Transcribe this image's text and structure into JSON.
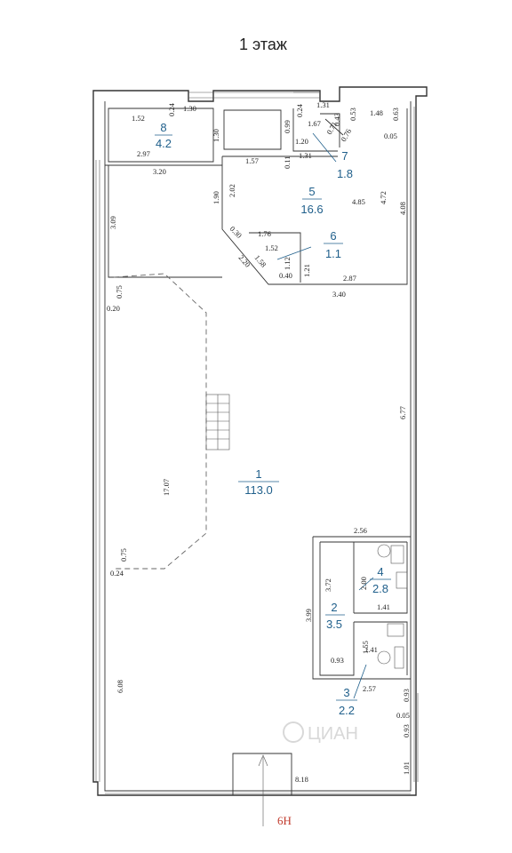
{
  "title": "1 этаж",
  "rooms": [
    {
      "num": "1",
      "area": "113.0"
    },
    {
      "num": "2",
      "area": "3.5"
    },
    {
      "num": "3",
      "area": "2.2"
    },
    {
      "num": "4",
      "area": "2.8"
    },
    {
      "num": "5",
      "area": "16.6"
    },
    {
      "num": "6",
      "area": "1.1"
    },
    {
      "num": "7",
      "area": "1.8"
    },
    {
      "num": "8",
      "area": "4.2"
    }
  ],
  "dims": [
    "1.52",
    "0.24",
    "1.30",
    "1.30",
    "2.97",
    "3.20",
    "0.99",
    "0.24",
    "1.31",
    "1.67",
    "0.43",
    "0.53",
    "1.48",
    "0.63",
    "0.05",
    "0.76",
    "0.71",
    "1.20",
    "1.57",
    "0.11",
    "1.31",
    "2.02",
    "1.90",
    "4.85",
    "4.72",
    "4.08",
    "3.09",
    "0.30",
    "1.76",
    "1.52",
    "1.58",
    "1.12",
    "1.21",
    "2.20",
    "0.40",
    "2.87",
    "3.40",
    "0.75",
    "0.20",
    "6.77",
    "17.07",
    "2.56",
    "0.75",
    "0.24",
    "3.72",
    "2.00",
    "1.41",
    "3.99",
    "1.55",
    "0.93",
    "1.41",
    "2.57",
    "0.93",
    "0.05",
    "0.93",
    "6.08",
    "1.01",
    "8.18"
  ],
  "entrance": "6Н",
  "watermark": "ЦИАН"
}
